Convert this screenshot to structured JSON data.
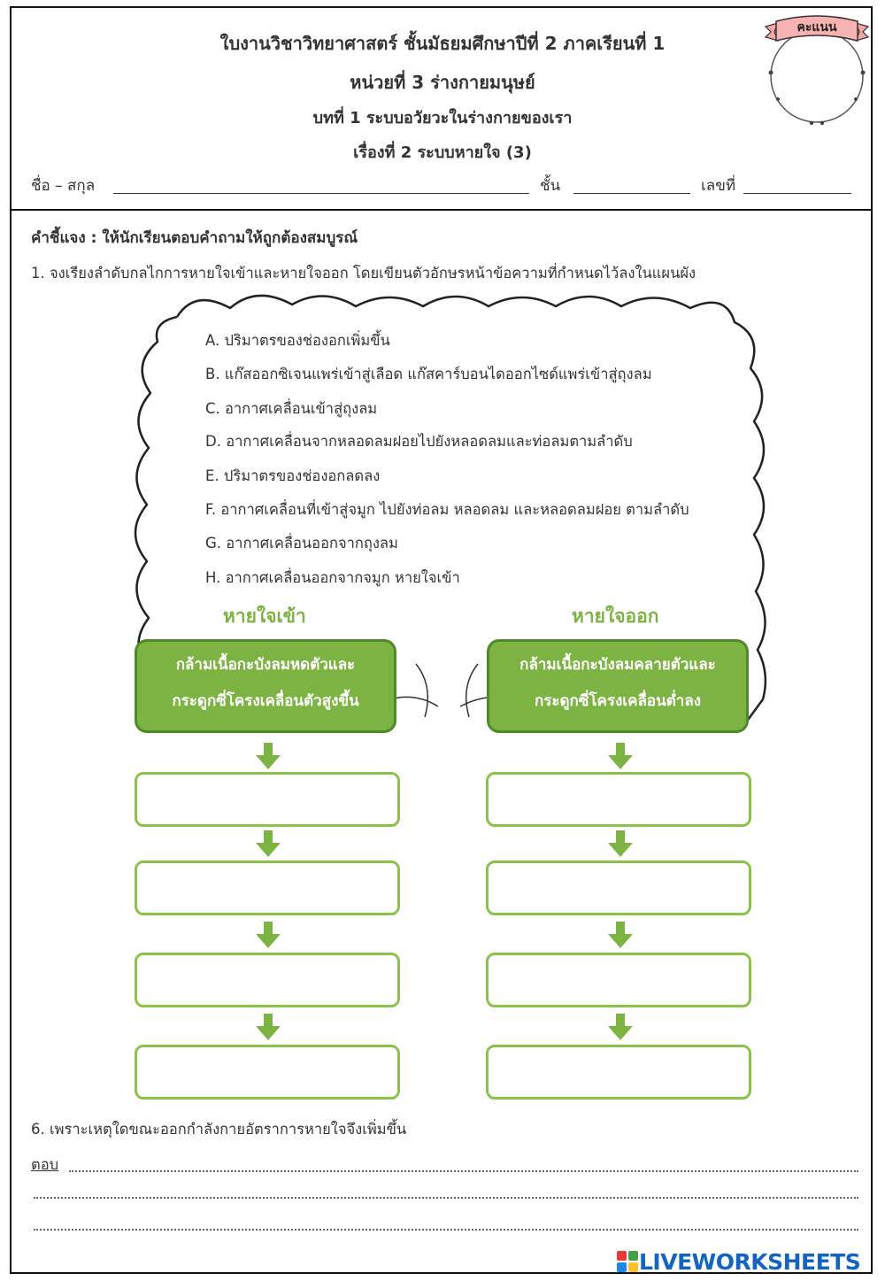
{
  "header": {
    "title_line1": "ใบงานวิชาวิทยาศาสตร์ ชั้นมัธยมศึกษาปีที่ 2 ภาคเรียนที่ 1",
    "title_line2": "หน่วยที่ 3 ร่างกายมนุษย์",
    "title_line3": "บทที่ 1 ระบบอวัยวะในร่างกายของเรา",
    "title_line4": "เรื่องที่ 2 ระบบหายใจ (3)",
    "name_label": "ชื่อ – สกุล",
    "class_label": "ชั้น",
    "number_label": "เลขที่",
    "score_label": "คะแนน"
  },
  "instructions": "คำชี้แจง : ให้นักเรียนตอบคำถามให้ถูกต้องสมบูรณ์",
  "question1": {
    "text": "1. จงเรียงลำดับกลไกการหายใจเข้าและหายใจออก โดยเขียนตัวอักษรหน้าข้อความที่กำหนดไว้ลงในแผนผัง",
    "statements": [
      "A. ปริมาตรของช่องอกเพิ่มขึ้น",
      "B. แก๊สออกซิเจนแพร่เข้าสู่เลือด แก๊สคาร์บอนไดออกไซด์แพร่เข้าสู่ถุงลม",
      "C. อากาศเคลื่อนเข้าสู่ถุงลม",
      "D. อากาศเคลื่อนจากหลอดลมฝอยไปยังหลอดลมและท่อลมตามลำดับ",
      "E. ปริมาตรของช่องอกลดลง",
      "F. อากาศเคลื่อนที่เข้าสู่จมูก ไปยังท่อลม หลอดลม และหลอดลมฝอย ตามลำดับ",
      "G. อากาศเคลื่อนออกจากถุงลม",
      "H. อากาศเคลื่อนออกจากจมูก หายใจเข้า"
    ],
    "inhale": {
      "heading": "หายใจเข้า",
      "start_line1": "กล้ามเนื้อกะบังลมหดตัวและ",
      "start_line2": "กระดูกซี่โครงเคลื่อนตัวสูงขึ้น"
    },
    "exhale": {
      "heading": "หายใจออก",
      "start_line1": "กล้ามเนื้อกะบังลมคลายตัวและ",
      "start_line2": "กระดูกซี่โครงเคลื่อนต่ำลง"
    },
    "answers": {
      "inhale": [
        "",
        "",
        "",
        ""
      ],
      "exhale": [
        "",
        "",
        "",
        ""
      ]
    }
  },
  "question6": {
    "text": "6. เพราะเหตุใดขณะออกกำลังกายอัตราการหายใจจึงเพิ่มขึ้น",
    "answer_label": "ตอบ"
  },
  "footer": {
    "logo_text": "LIVEWORKSHEETS"
  },
  "colors": {
    "accent_green": "#7cb342",
    "dark_green": "#4e8a2a",
    "logo_blue": "#1565c0"
  }
}
